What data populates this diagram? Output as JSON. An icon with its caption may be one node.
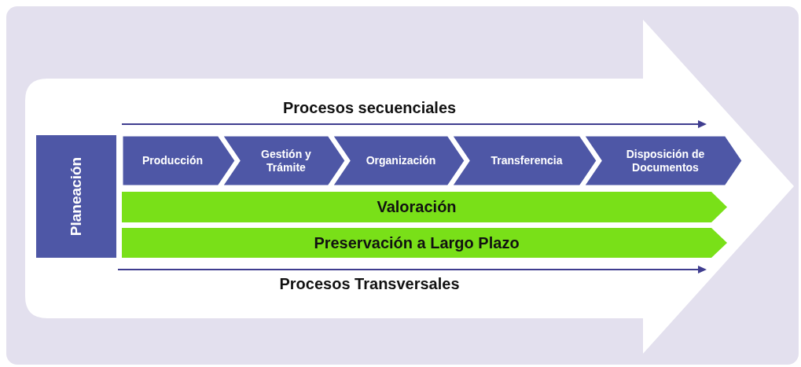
{
  "diagram": {
    "nodes": [
      {
        "text": [
          "Planeación"
        ]
      },
      {
        "text": [
          "Producción"
        ]
      },
      {
        "text": [
          "Gestión y Trámite"
        ]
      },
      {
        "text": [
          "Organización"
        ]
      },
      {
        "text": [
          "Transferencia"
        ]
      },
      {
        "text": [
          "Disposición de Documentos"
        ]
      },
      {
        "text": [
          "Valoración"
        ]
      },
      {
        "text": [
          "Preservación a Largo Plazo"
        ]
      }
    ],
    "labels": [
      "Procesos secuenciales",
      "Procesos Transversales"
    ]
  }
}
